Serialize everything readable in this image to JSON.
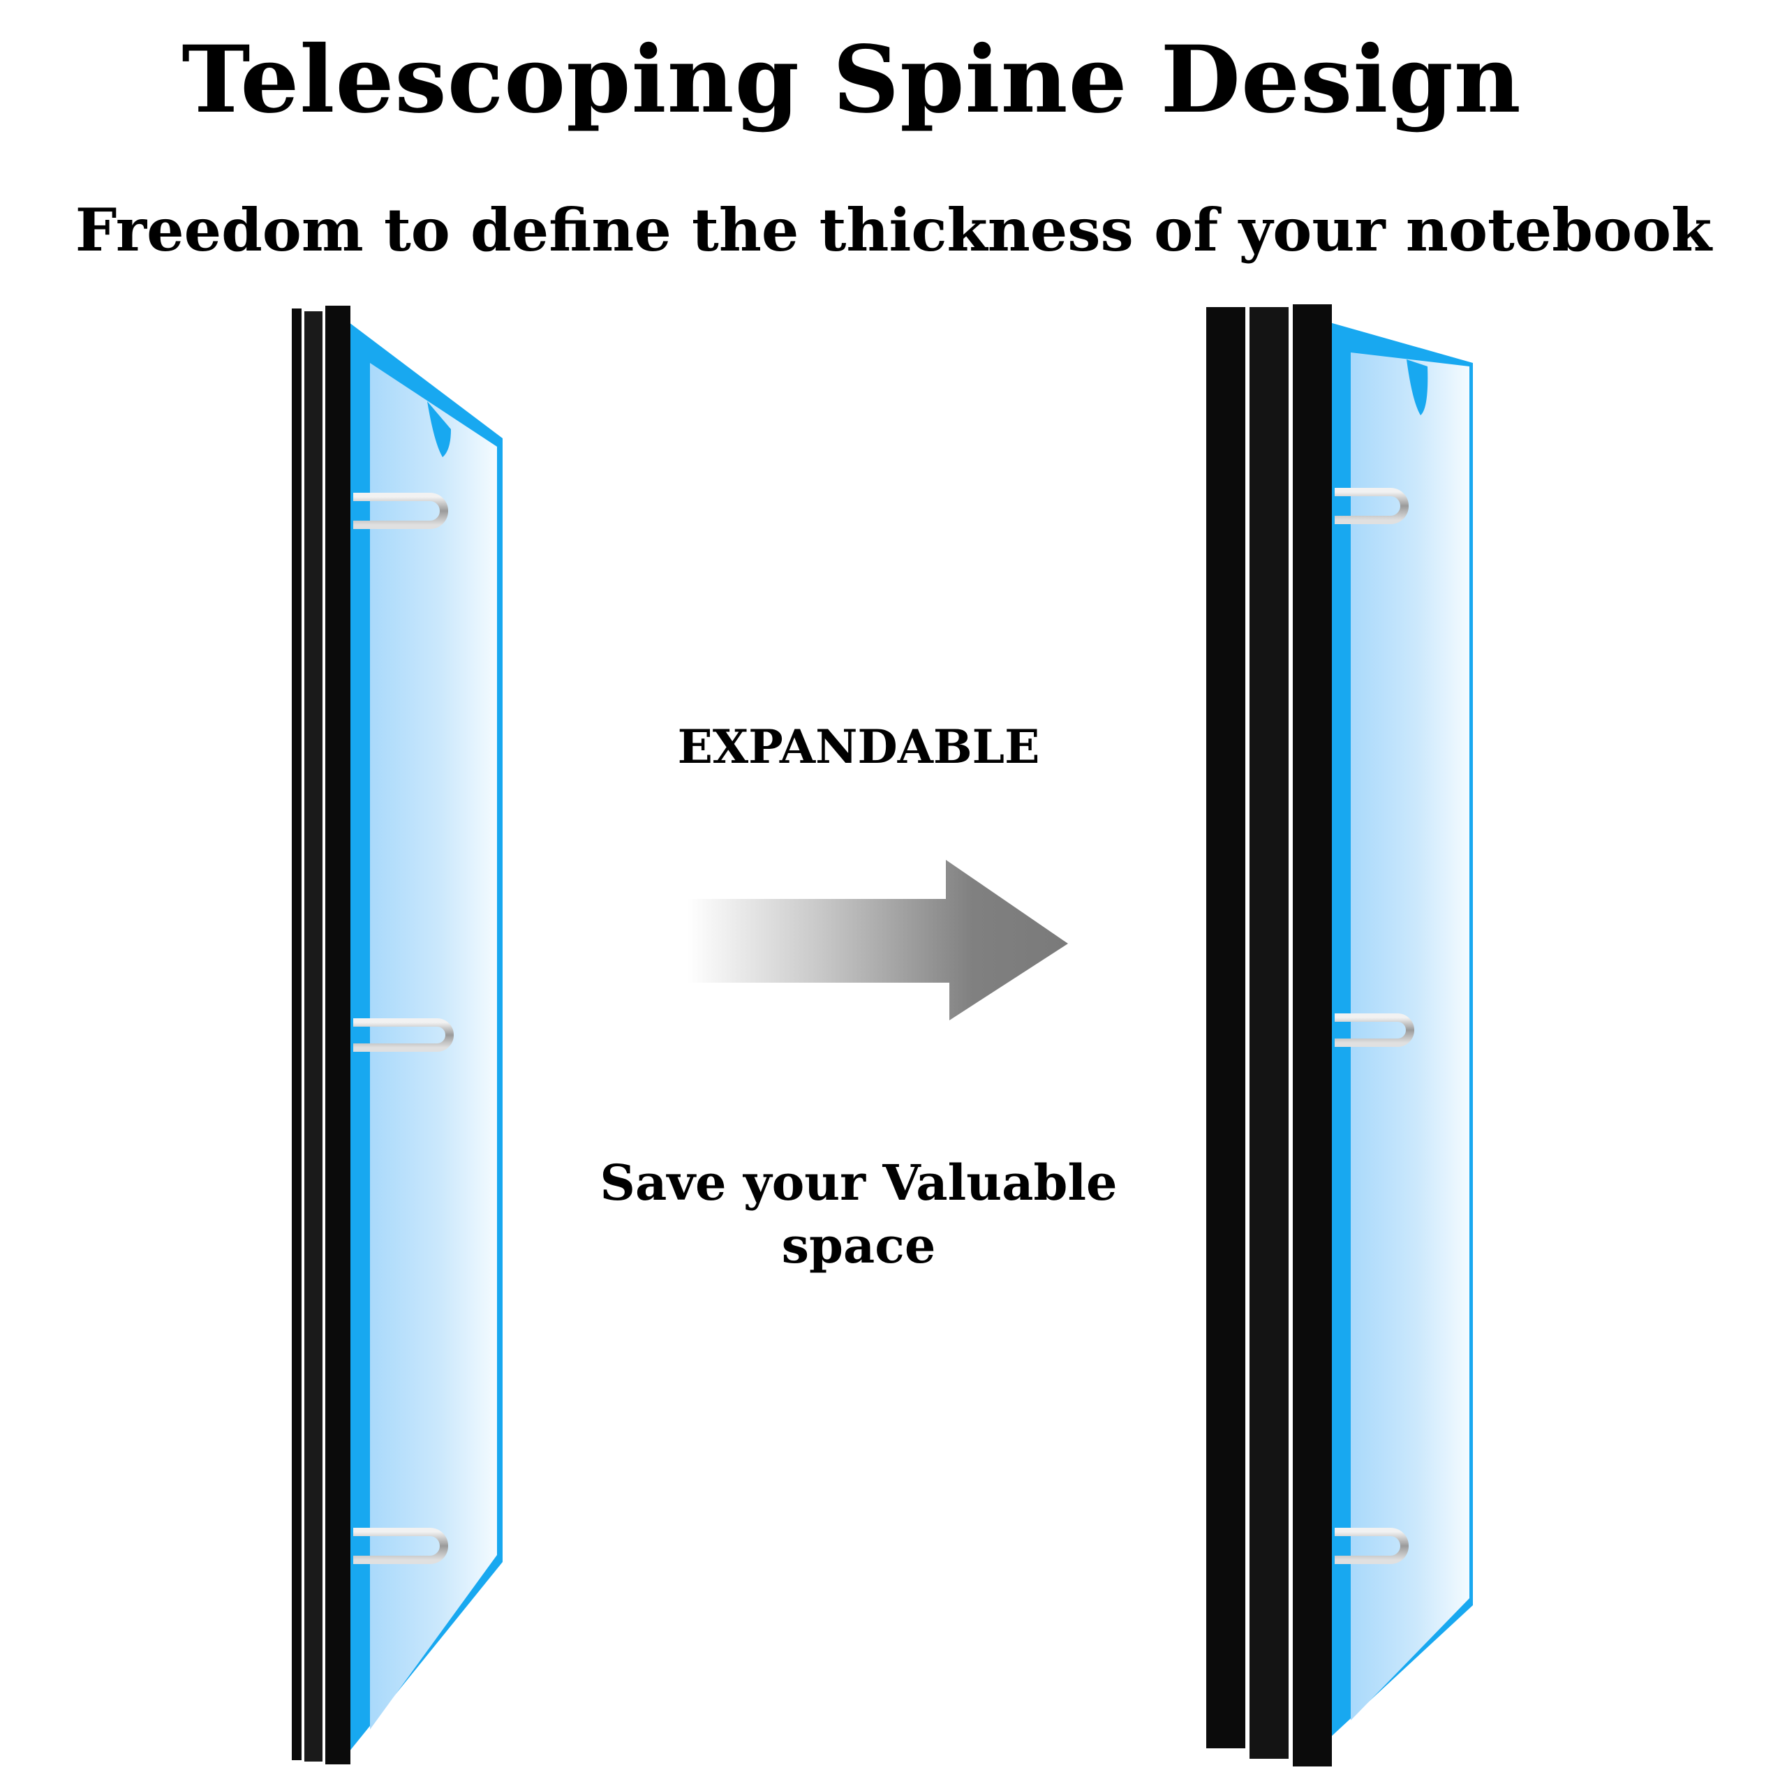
{
  "heading": {
    "title": "Telescoping Spine Design",
    "subtitle": "Freedom to define the thickness of your notebook"
  },
  "labels": {
    "expandable": "EXPANDABLE",
    "save_space": "Save your Valuable space"
  },
  "colors": {
    "binder_blue": "#18a8f0",
    "cover_light": "#cfeafc",
    "spine_black": "#0b0b0b",
    "arrow_gray": "#7a7a7a",
    "ring_silver": "#c9c9c9"
  }
}
